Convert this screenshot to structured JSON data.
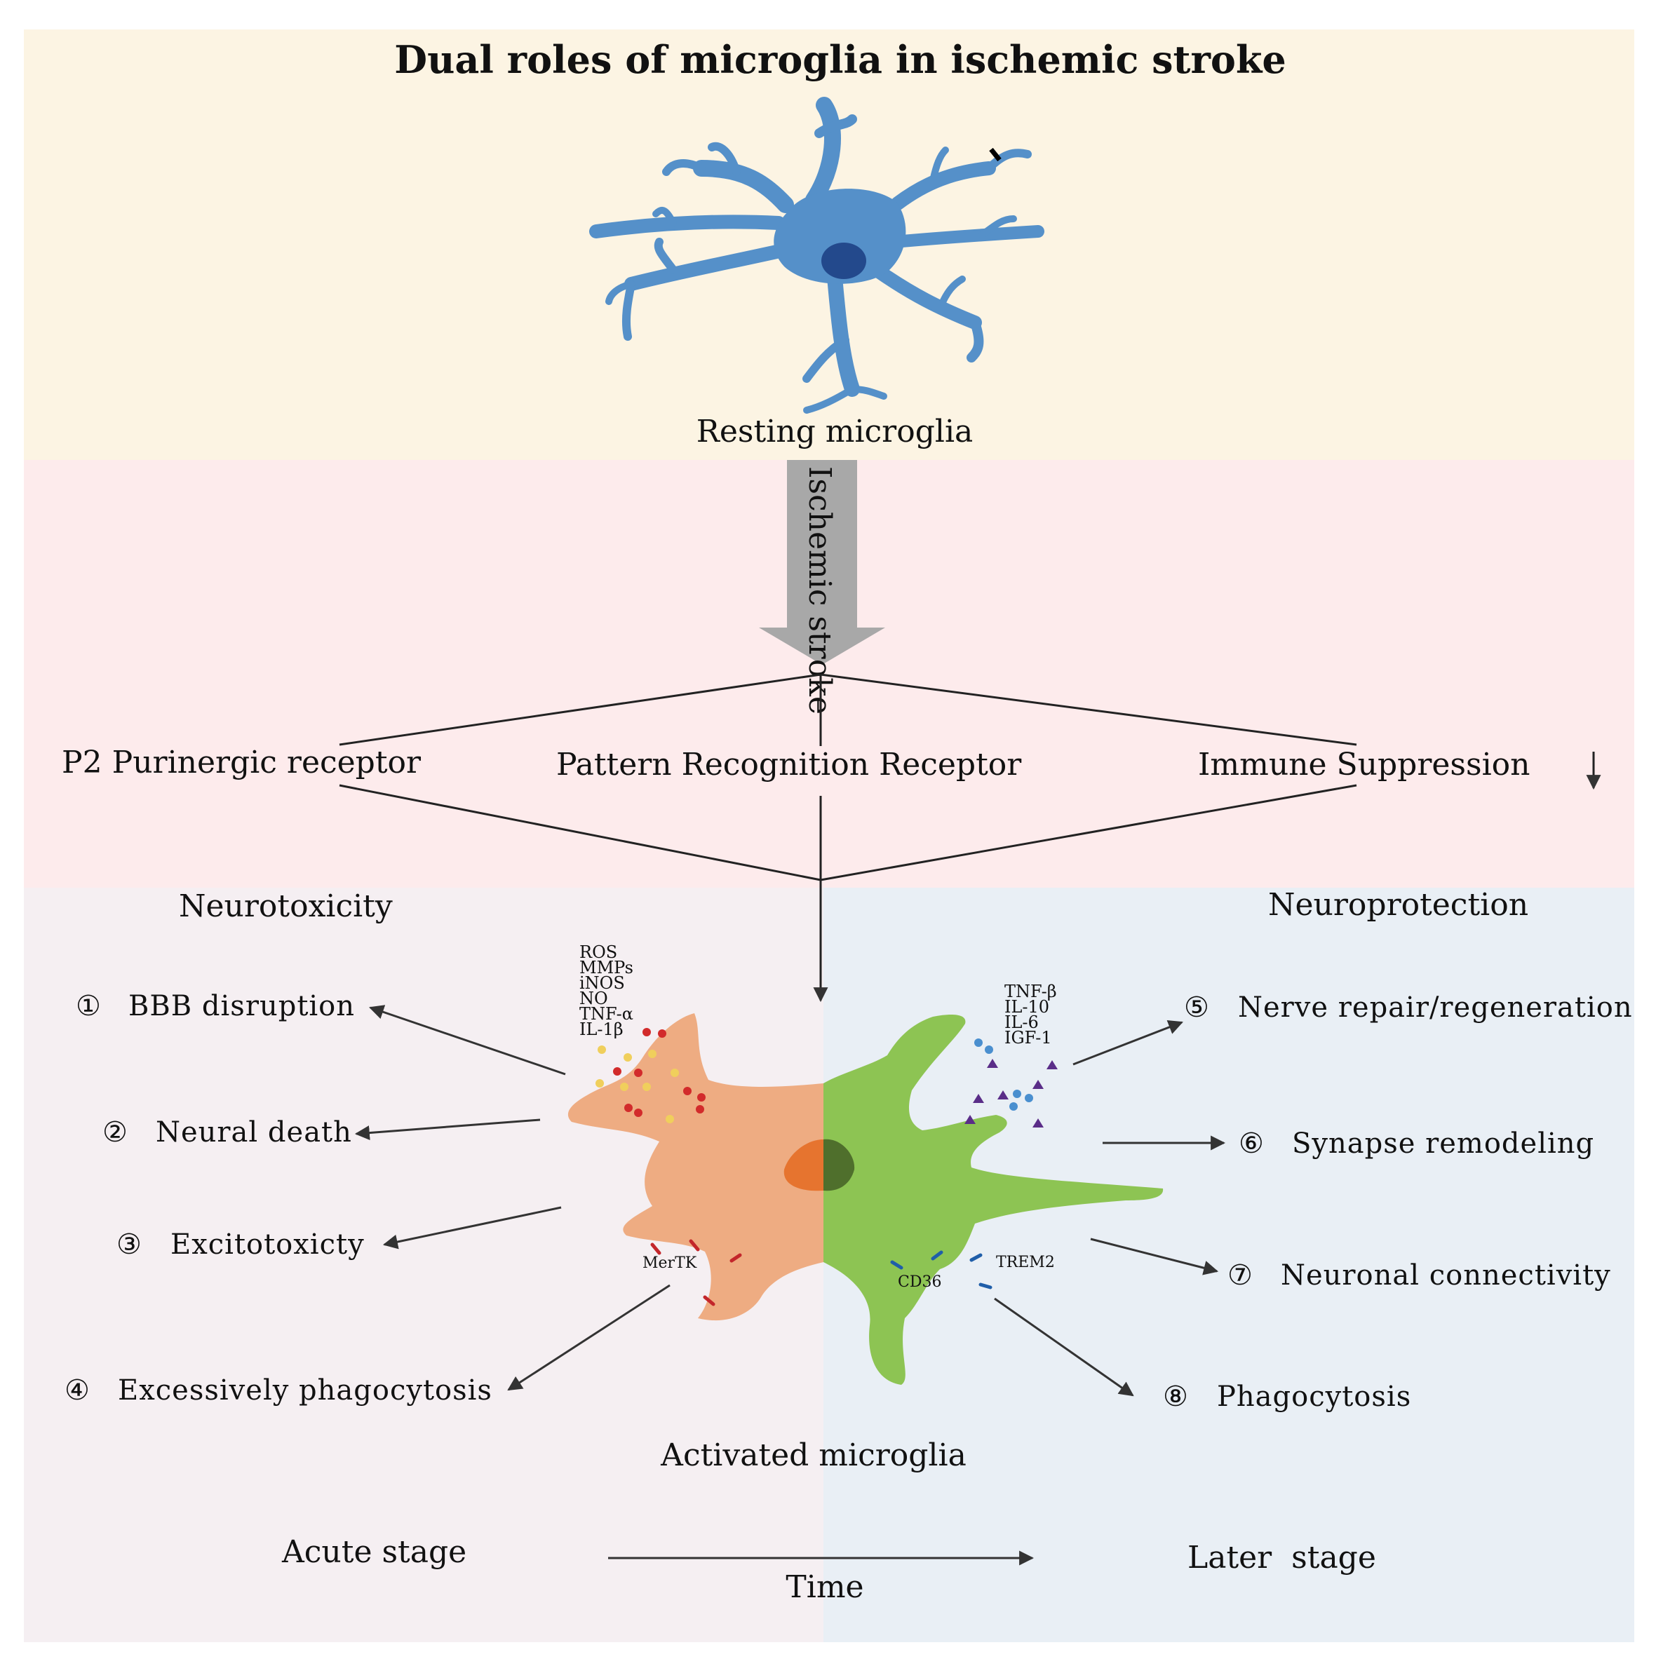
{
  "title": "Dual roles of microglia in ischemic stroke",
  "resting_label": "Resting microglia",
  "stroke_arrow_label": "Ischemic stroke",
  "receptors": {
    "p2": "P2 Purinergic receptor",
    "prr": "Pattern Recognition Receptor",
    "immune": "Immune Suppression"
  },
  "neurotoxicity": {
    "heading": "Neurotoxicity",
    "mediators": [
      "ROS",
      "MMPs",
      "iNOS",
      "NO",
      "TNF-α",
      "IL-1β"
    ],
    "receptor": "MerTK",
    "outcomes": [
      {
        "num": "①",
        "label": "BBB disruption"
      },
      {
        "num": "②",
        "label": "Neural death"
      },
      {
        "num": "③",
        "label": "Excitotoxicty"
      },
      {
        "num": "④",
        "label": "Excessively phagocytosis"
      }
    ]
  },
  "neuroprotection": {
    "heading": "Neuroprotection",
    "mediators": [
      "TNF-β",
      "IL-10",
      "IL-6",
      "IGF-1"
    ],
    "receptors": [
      "CD36",
      "TREM2"
    ],
    "outcomes": [
      {
        "num": "⑤",
        "label": "Nerve repair/regeneration"
      },
      {
        "num": "⑥",
        "label": "Synapse remodeling"
      },
      {
        "num": "⑦",
        "label": "Neuronal connectivity"
      },
      {
        "num": "⑧",
        "label": "Phagocytosis"
      }
    ]
  },
  "activated_label": "Activated microglia",
  "timeline": {
    "acute": "Acute stage",
    "later": "Later  stage",
    "axis": "Time"
  },
  "colors": {
    "resting_bg": "#fcf4e3",
    "activation_bg": "#fdebec",
    "toxic_bg": "#f5eff2",
    "protect_bg": "#e9eff5",
    "resting_cell": "#5590c9",
    "resting_nucleus": "#23498c",
    "toxic_cell": "#eeac82",
    "toxic_nucleus": "#e6742f",
    "protect_cell": "#8dc453",
    "protect_nucleus": "#4f6f2c",
    "arrow_gray": "#a8a8a8"
  }
}
